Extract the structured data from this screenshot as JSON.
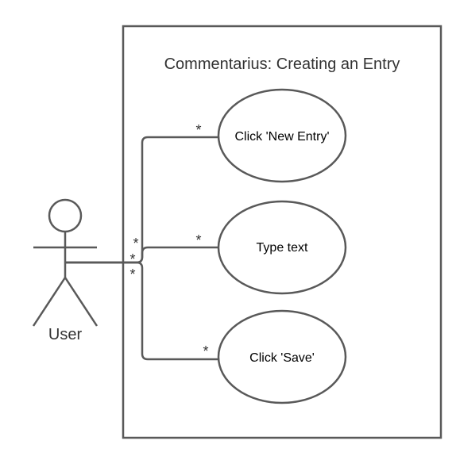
{
  "diagram": {
    "system_title": "Commentarius: Creating an Entry",
    "actor": {
      "label": "User"
    },
    "use_cases": [
      {
        "label": "Click 'New Entry'"
      },
      {
        "label": "Type text"
      },
      {
        "label": "Click 'Save'"
      }
    ],
    "associations": [
      {
        "actor_multiplicity": "*",
        "use_case_multiplicity": "*"
      },
      {
        "actor_multiplicity": "*",
        "use_case_multiplicity": "*"
      },
      {
        "actor_multiplicity": "*",
        "use_case_multiplicity": "*"
      }
    ]
  }
}
